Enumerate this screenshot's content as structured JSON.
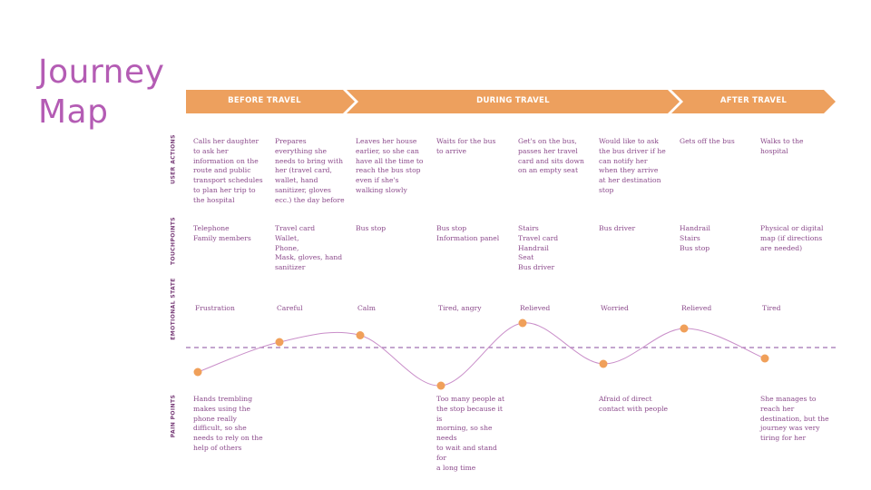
{
  "title": {
    "line1": "Journey",
    "line2": "Map"
  },
  "phases": [
    "BEFORE TRAVEL",
    "DURING TRAVEL",
    "AFTER TRAVEL"
  ],
  "rows": {
    "user_actions": "USER ACTIONS",
    "touchpoints": "TOUCHPOINTS",
    "emotional_state": "EMOTIONAL   STATE",
    "pain_points": "PAIN POINTS"
  },
  "colors": {
    "title": "#b45cb4",
    "phase_arrow": "#eda05e",
    "text": "#8b4a8b",
    "curve": "#c98ec9",
    "point": "#f0a05a",
    "baseline": "#a070b0"
  },
  "steps": [
    {
      "action": "Calls her daughter\nto ask her\ninformation on the\nroute and public\ntransport schedules\nto plan her trip to\nthe hospital",
      "touchpoint": "Telephone\nFamily members",
      "emotion": "Frustration",
      "pain": "Hands trembling\nmakes using the\nphone really\ndifficult, so she\nneeds to rely on the\nhelp of others"
    },
    {
      "action": "Prepares\neverything she\nneeds to bring with\nher (travel card,\nwallet, hand\nsanitizer, gloves\necc.) the day before",
      "touchpoint": "Travel card\nWallet,\nPhone,\nMask, gloves, hand\nsanitizer",
      "emotion": "Careful",
      "pain": ""
    },
    {
      "action": "Leaves her house\nearlier, so she can\nhave all the time to\nreach the bus stop\neven if she's\nwalking slowly",
      "touchpoint": "Bus stop",
      "emotion": "Calm",
      "pain": ""
    },
    {
      "action": "Waits for the bus\nto arrive",
      "touchpoint": "Bus stop\nInformation panel",
      "emotion": "Tired, angry",
      "pain": "Too many people at\nthe stop because it is\nmorning, so she needs\nto wait and stand for\na long time"
    },
    {
      "action": "Get's on the bus,\npasses her travel\ncard and sits down\non an empty seat",
      "touchpoint": "Stairs\nTravel card\nHandrail\nSeat\nBus driver",
      "emotion": "Relieved",
      "pain": ""
    },
    {
      "action": "Would like to ask\nthe bus driver if he\ncan notify her\nwhen they arrive\nat her destination\nstop",
      "touchpoint": "Bus driver",
      "emotion": "Worried",
      "pain": "Afraid of direct\ncontact with people"
    },
    {
      "action": "Gets off the bus",
      "touchpoint": "Handrail\nStairs\nBus stop",
      "emotion": "Relieved",
      "pain": ""
    },
    {
      "action": "Walks to the\nhospital",
      "touchpoint": "Physical or digital\nmap (if directions\nare needed)",
      "emotion": "Tired",
      "pain": "She manages to\nreach her\ndestination, but the\njourney was very\ntiring for her"
    }
  ],
  "emotion_levels": [
    -0.9,
    0.2,
    0.45,
    -1.4,
    0.9,
    -0.6,
    0.7,
    -0.4
  ]
}
